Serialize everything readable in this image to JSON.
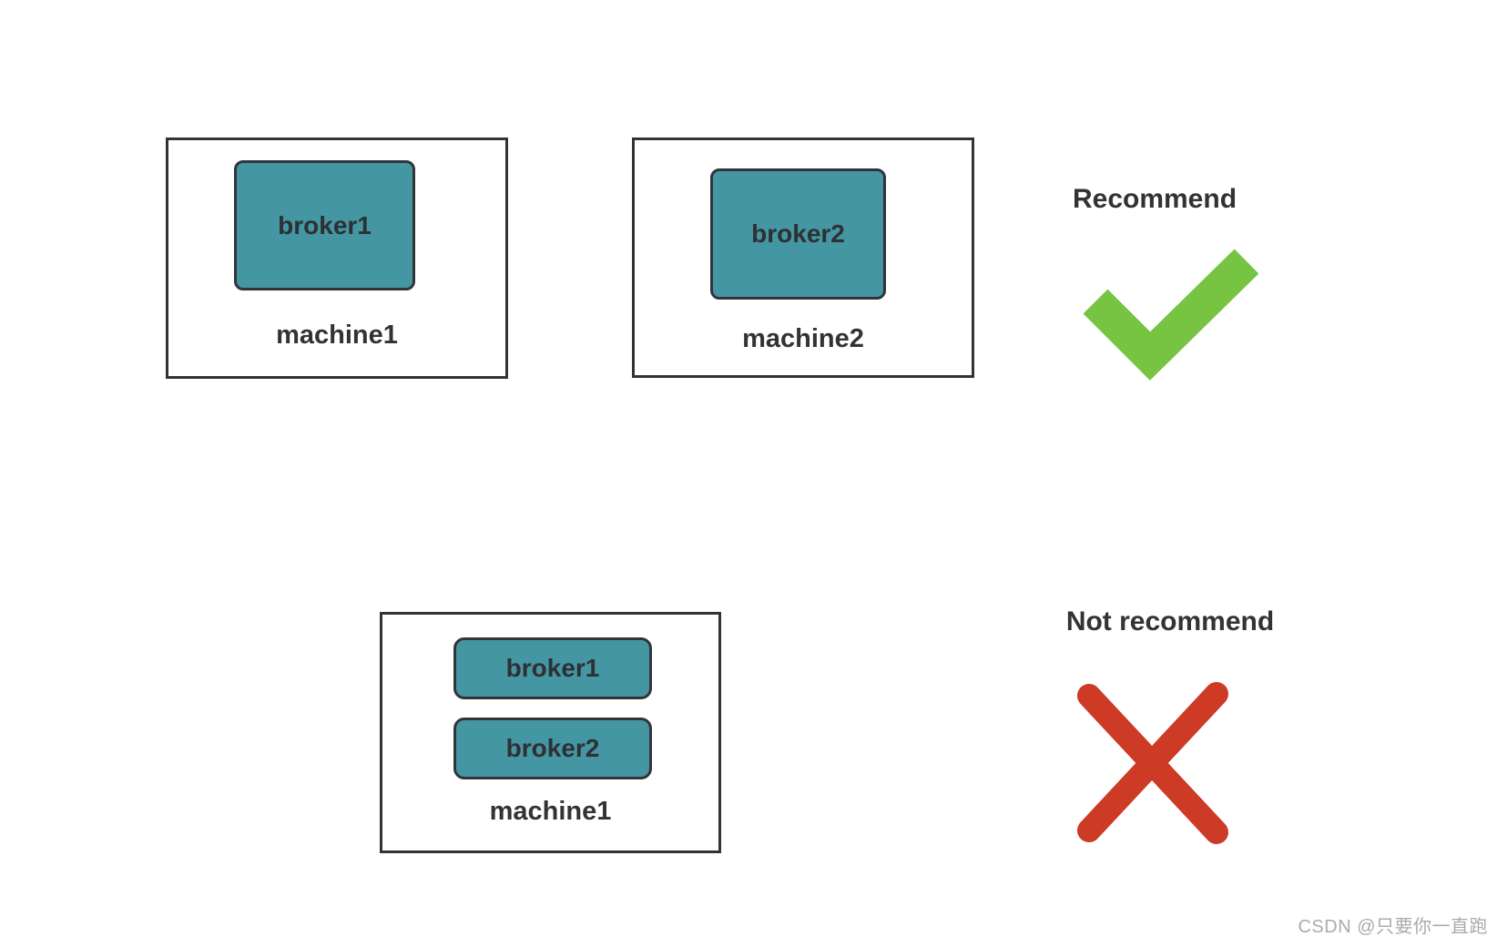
{
  "recommended_row": {
    "machines": [
      {
        "label": "machine1",
        "brokers": [
          {
            "label": "broker1"
          }
        ]
      },
      {
        "label": "machine2",
        "brokers": [
          {
            "label": "broker2"
          }
        ]
      }
    ],
    "verdict": {
      "label": "Recommend",
      "icon": "check-icon"
    }
  },
  "not_recommended_row": {
    "machines": [
      {
        "label": "machine1",
        "brokers": [
          {
            "label": "broker1"
          },
          {
            "label": "broker2"
          }
        ]
      }
    ],
    "verdict": {
      "label": "Not recommend",
      "icon": "cross-icon"
    }
  },
  "colors": {
    "broker_fill": "#4496a3",
    "outline": "#333333",
    "text": "#333333",
    "check_green": "#76c442",
    "cross_red": "#cd3a26",
    "watermark_gray": "#ababab"
  },
  "watermark": {
    "text": "CSDN @只要你一直跑"
  }
}
